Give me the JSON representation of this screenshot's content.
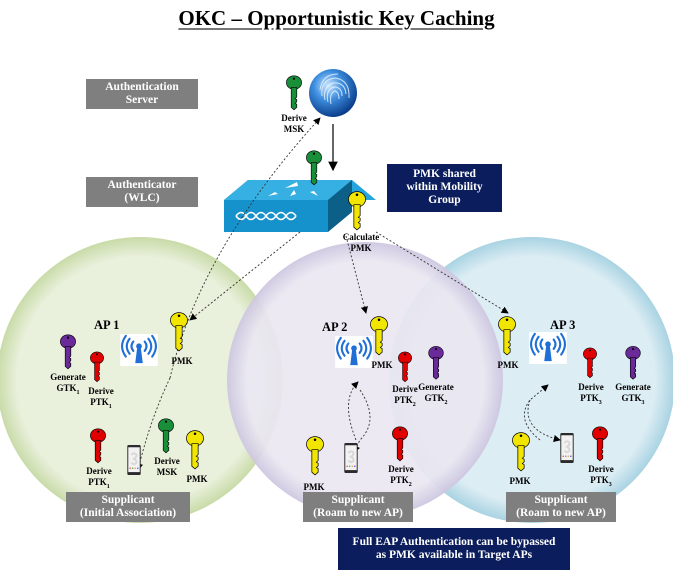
{
  "title": "OKC – Opportunistic Key Caching",
  "roles": {
    "auth_server": {
      "line1": "Authentication",
      "line2": "Server"
    },
    "authenticator": {
      "line1": "Authenticator",
      "line2": "(WLC)"
    }
  },
  "server_key": {
    "label_line1": "Derive",
    "label_line2": "MSK",
    "color": "#1a8f3a"
  },
  "wlc_key": {
    "label_line1": "Calculate",
    "label_line2": "PMK"
  },
  "pmk_shared_box": {
    "line1": "PMK shared",
    "line2": "within Mobility",
    "line3": "Group"
  },
  "bottom_note": {
    "line1": "Full EAP Authentication can be bypassed",
    "line2": "as PMK available in Target APs"
  },
  "key_colors": {
    "msk": "#1a8f3a",
    "pmk": "#f2e600",
    "ptk": "#e00000",
    "gtk": "#6a2a9a"
  },
  "zone_colors": {
    "ap1": "#e8efdc",
    "ap2": "#e9e6f0",
    "ap3": "#dcedf3"
  },
  "aps": [
    {
      "name": "AP 1",
      "pmk_label": "PMK",
      "gtk": {
        "line1": "Generate",
        "line2": "GTK",
        "sub": "1"
      },
      "ptk": {
        "line1": "Derive",
        "line2": "PTK",
        "sub": "1"
      },
      "supplicant": {
        "line1": "Supplicant",
        "line2": "(Initial Association)",
        "ptk": {
          "line1": "Derive",
          "line2": "PTK",
          "sub": "1"
        },
        "msk": {
          "line1": "Derive",
          "line2": "MSK"
        },
        "pmk_label": "PMK"
      }
    },
    {
      "name": "AP 2",
      "pmk_label": "PMK",
      "gtk": {
        "line1": "Generate",
        "line2": "GTK",
        "sub": "2"
      },
      "ptk": {
        "line1": "Derive",
        "line2": "PTK",
        "sub": "2"
      },
      "supplicant": {
        "line1": "Supplicant",
        "line2": "(Roam to new AP)",
        "ptk": {
          "line1": "Derive",
          "line2": "PTK",
          "sub": "2"
        },
        "pmk_label": "PMK"
      }
    },
    {
      "name": "AP 3",
      "pmk_label": "PMK",
      "gtk": {
        "line1": "Generate",
        "line2": "GTK",
        "sub": "3"
      },
      "ptk": {
        "line1": "Derive",
        "line2": "PTK",
        "sub": "3"
      },
      "supplicant": {
        "line1": "Supplicant",
        "line2": "(Roam to new AP)",
        "ptk": {
          "line1": "Derive",
          "line2": "PTK",
          "sub": "3"
        },
        "pmk_label": "PMK"
      }
    }
  ]
}
